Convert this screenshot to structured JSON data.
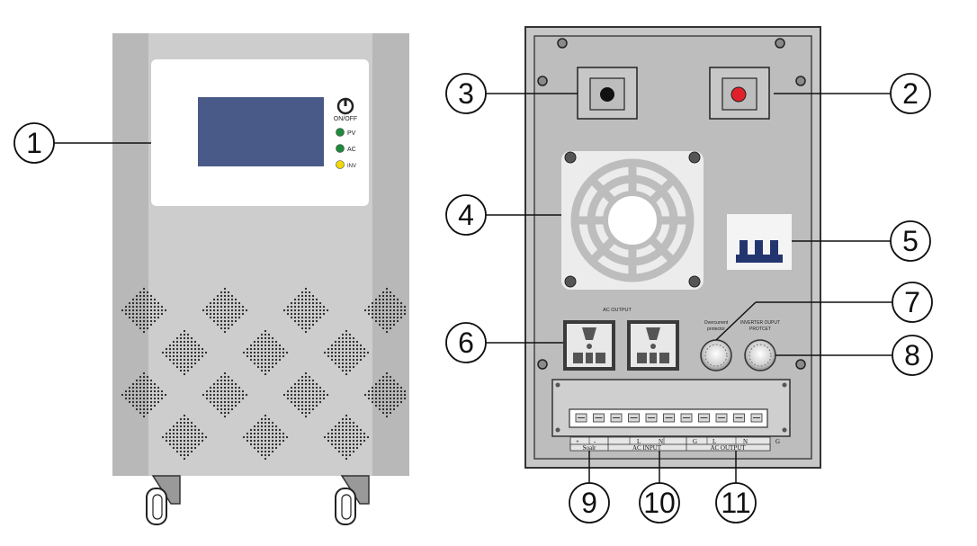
{
  "front_panel": {
    "power_label": "ON/OFF",
    "leds": [
      {
        "label": "PV",
        "color": "#1e8a3c"
      },
      {
        "label": "AC",
        "color": "#1e8a3c"
      },
      {
        "label": "INV",
        "color": "#f2d70a"
      }
    ]
  },
  "rear_panel": {
    "ac_output_label": "AC OUTPUT",
    "overcurrent_label_line1": "Overcurrent",
    "overcurrent_label_line2": "protector",
    "inverter_label_line1": "INVERTER OUPUT",
    "inverter_label_line2": "PROTCET",
    "terminal_top": [
      "+",
      "-",
      "L",
      "N",
      "G",
      "L",
      "N",
      "G"
    ],
    "terminal_bottom": [
      "Soalr",
      "AC INPUT",
      "AC OUTPUT"
    ]
  },
  "callouts": [
    "1",
    "2",
    "3",
    "4",
    "5",
    "6",
    "7",
    "8",
    "9",
    "10",
    "11"
  ],
  "colors": {
    "cabinet_body": "#cfcfcf",
    "cabinet_side": "#b9b9b9",
    "lcd": "#4a5a88",
    "rear_panel": "#c7c7c7",
    "red_switch": "#e0202a",
    "breaker_blue": "#23356e"
  }
}
